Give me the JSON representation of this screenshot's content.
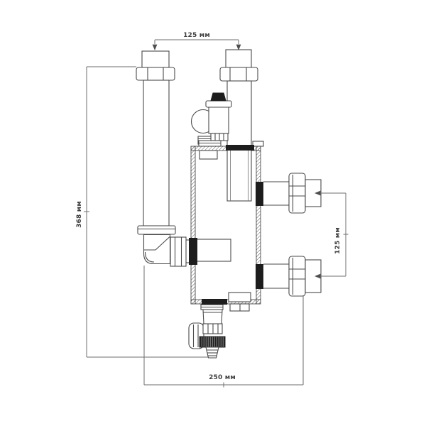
{
  "drawing": {
    "dimensions": {
      "top_width": "125 мм",
      "left_height": "368 мм",
      "right_spacing": "125 мм",
      "bottom_width": "250 мм"
    },
    "colors": {
      "line": "#4a4a4a",
      "dimension_line": "#6e6e6e",
      "text": "#3f3f3f",
      "seal_fill": "#1d1d1d",
      "background": "#ffffff"
    }
  }
}
